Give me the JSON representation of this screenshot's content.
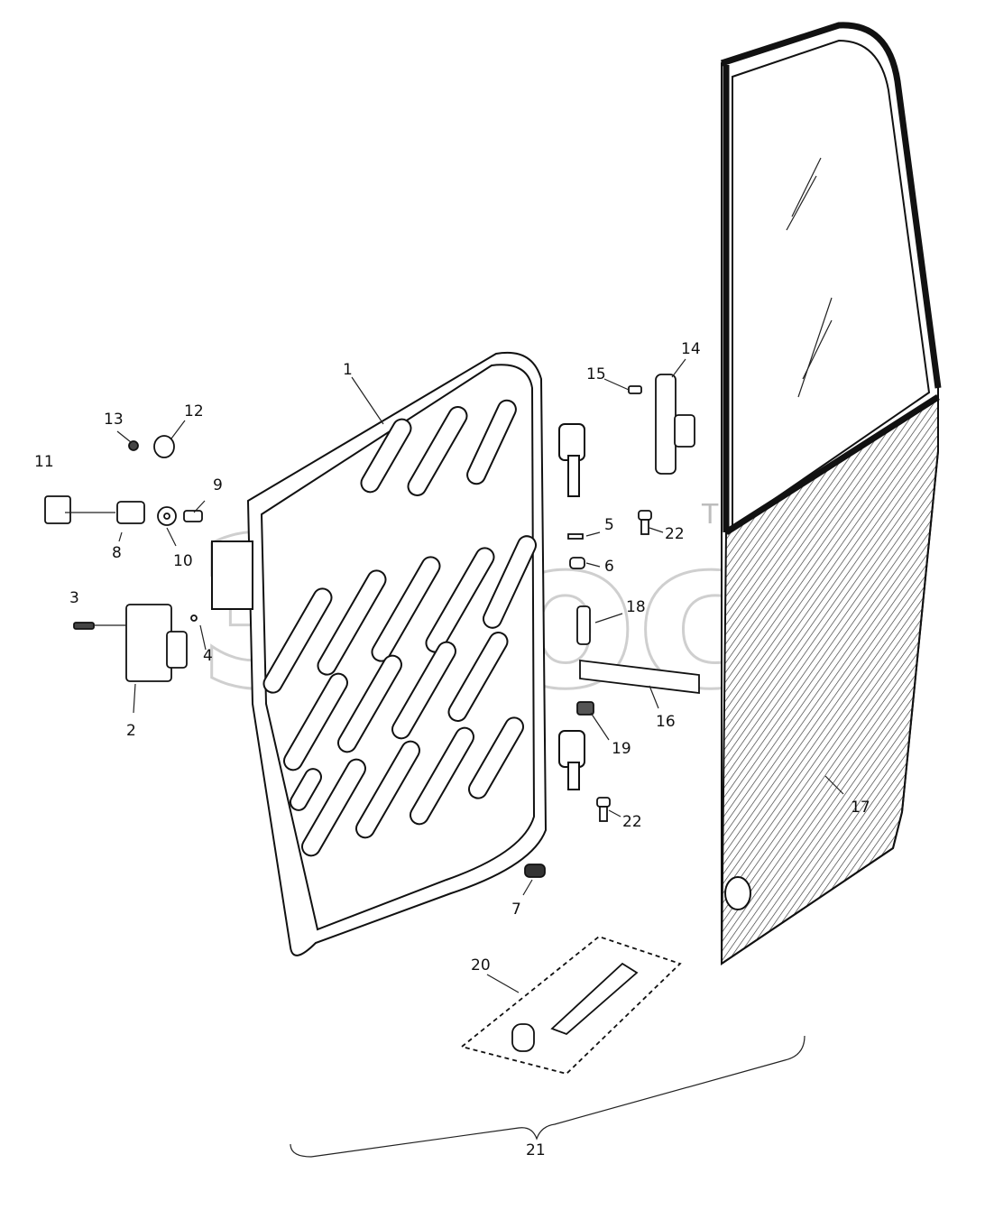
{
  "watermark": {
    "text": "Эпос",
    "tm": "TM"
  },
  "labels": {
    "l1": "1",
    "l2": "2",
    "l3": "3",
    "l4": "4",
    "l5": "5",
    "l6": "6",
    "l7": "7",
    "l8": "8",
    "l9": "9",
    "l10": "10",
    "l11": "11",
    "l12": "12",
    "l13": "13",
    "l14": "14",
    "l15": "15",
    "l16": "16",
    "l17": "17",
    "l18": "18",
    "l19": "19",
    "l20": "20",
    "l21": "21",
    "l22a": "22",
    "l22b": "22"
  }
}
